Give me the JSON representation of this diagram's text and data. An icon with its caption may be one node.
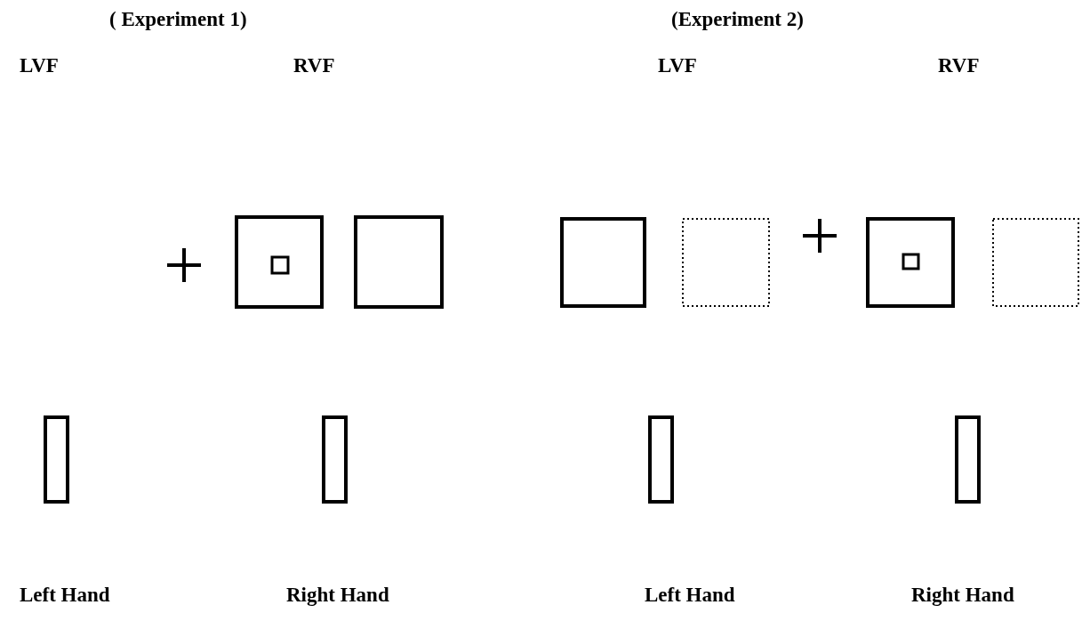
{
  "diagram": {
    "labels": [
      "( Experiment 1)",
      "(Experiment 2)",
      "LVF",
      "RVF",
      "LVF",
      "RVF",
      "Left Hand",
      "Right Hand",
      "Left Hand",
      "Right Hand"
    ]
  }
}
